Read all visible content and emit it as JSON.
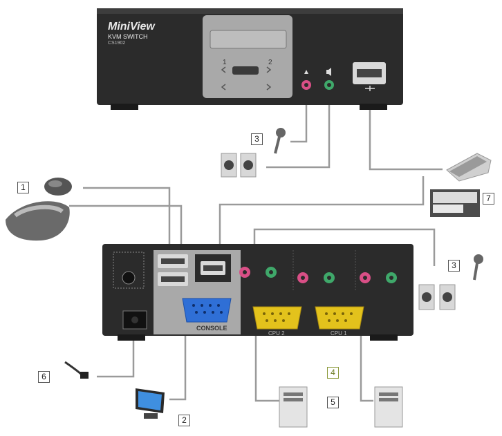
{
  "front": {
    "brand": "MiniView",
    "subtitle": "KVM SWITCH",
    "model": "CS1902",
    "port1": "1",
    "port2": "2"
  },
  "rear": {
    "console_label": "CONSOLE",
    "cpu1_label": "CPU 2",
    "cpu2_label": "CPU 1"
  },
  "callouts": [
    "1",
    "2",
    "3",
    "3",
    "4",
    "5",
    "6",
    "7"
  ],
  "colors": {
    "chassis": "#2b2b2b",
    "panel": "#9a9a9a",
    "vga_blue": "#2f6fd6",
    "vga_yellow": "#e3c21c",
    "mic_pink": "#d94f86",
    "audio_green": "#3fa86a",
    "cable": "#9a9a9a"
  }
}
